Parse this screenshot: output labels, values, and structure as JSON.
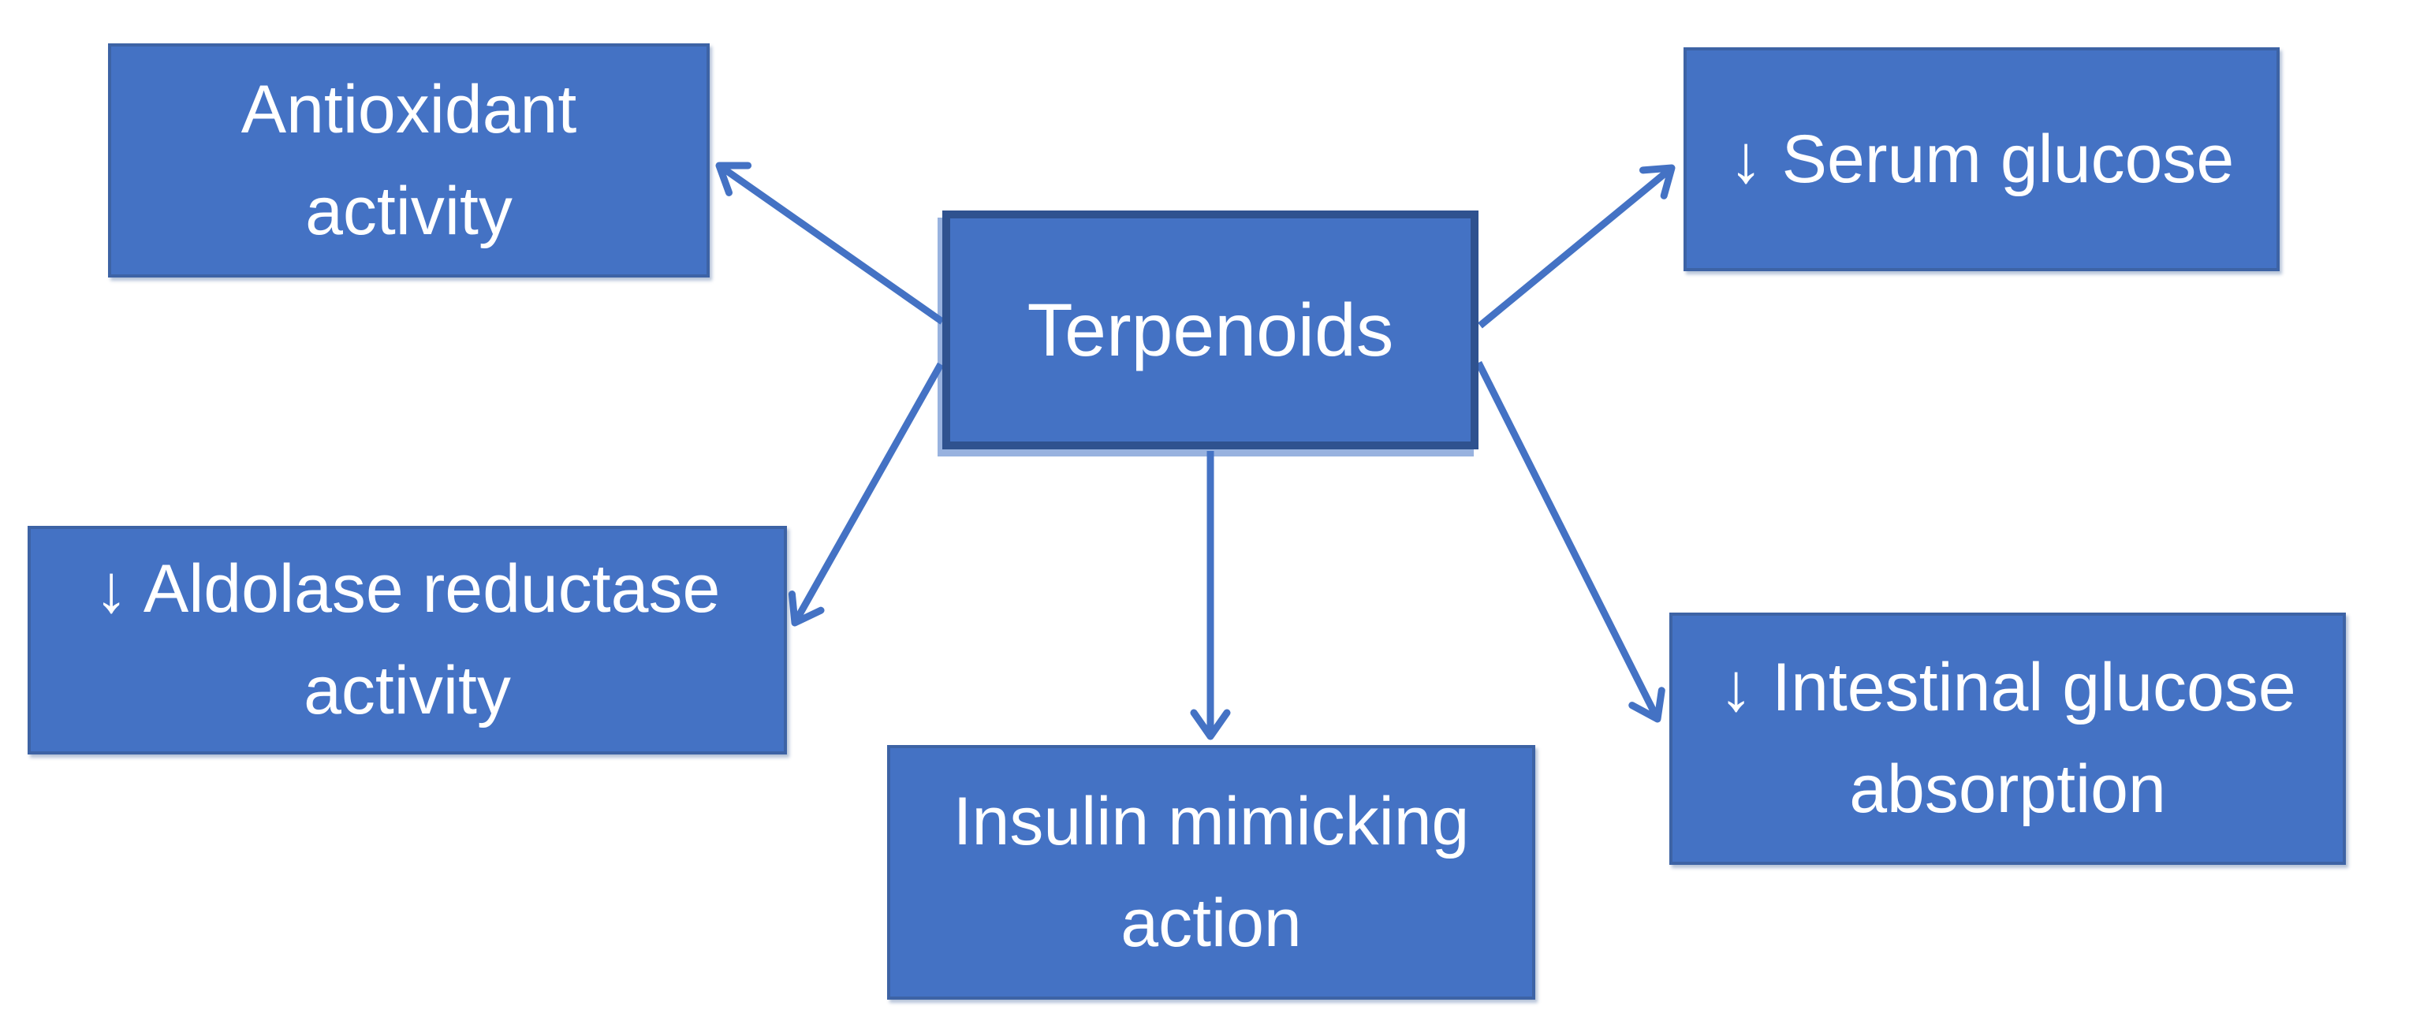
{
  "diagram": {
    "title_node": "Terpenoids",
    "colors": {
      "box_fill": "#4472C4",
      "center_box_border": "#2F528F",
      "outer_box_border": "#3D63A5",
      "arrow": "#4472C4",
      "text": "#ffffff",
      "background": "#ffffff"
    },
    "nodes": {
      "terpenoids": {
        "label": "Terpenoids"
      },
      "antioxidant": {
        "label": "Antioxidant\nactivity"
      },
      "serum": {
        "label": "↓ Serum glucose"
      },
      "aldolase": {
        "label": "↓ Aldolase reductase\nactivity"
      },
      "insulin": {
        "label": "Insulin mimicking\naction"
      },
      "intestinal": {
        "label": "↓ Intestinal glucose\nabsorption"
      }
    },
    "edges": [
      {
        "from": "Terpenoids",
        "to": "Antioxidant activity"
      },
      {
        "from": "Terpenoids",
        "to": "↓ Serum glucose"
      },
      {
        "from": "Terpenoids",
        "to": "↓ Aldolase reductase activity"
      },
      {
        "from": "Terpenoids",
        "to": "Insulin mimicking action"
      },
      {
        "from": "Terpenoids",
        "to": "↓ Intestinal glucose absorption"
      }
    ]
  }
}
